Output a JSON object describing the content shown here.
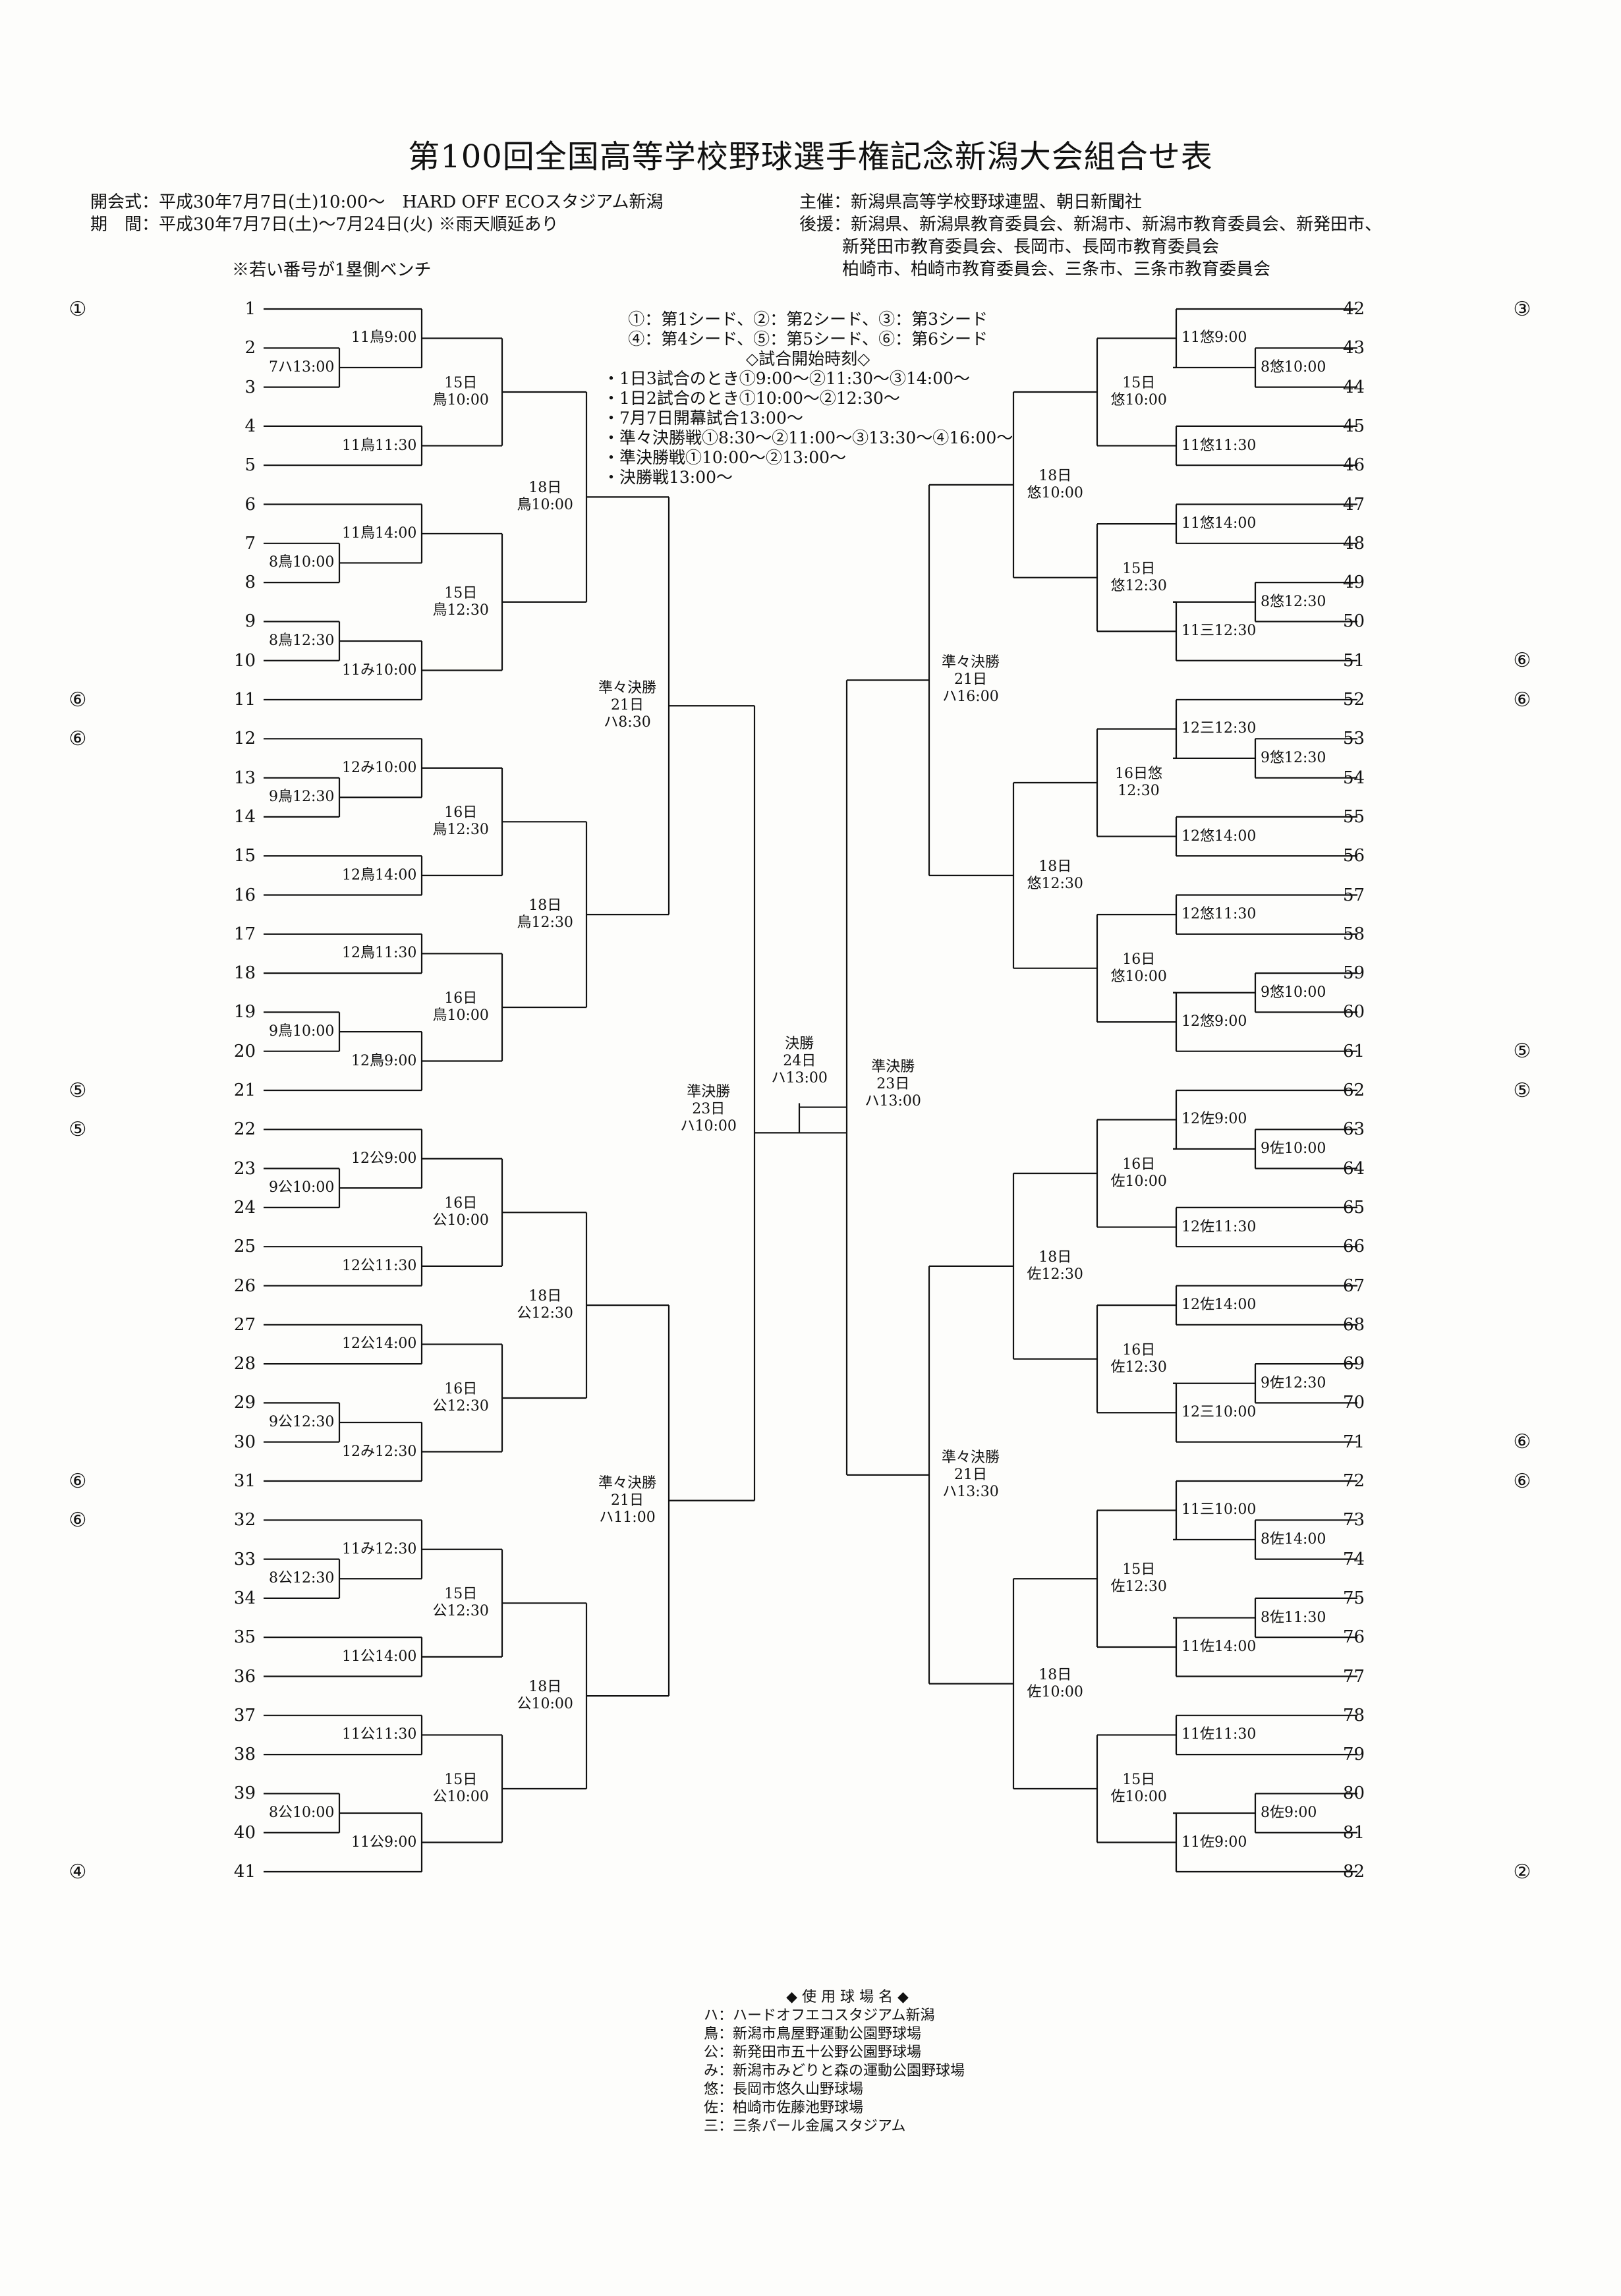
{
  "title": "第100回全国高等学校野球選手権記念新潟大会組合せ表",
  "header": {
    "opening": "開会式：平成30年7月7日(土)10:00～　HARD OFF ECOスタジアム新潟",
    "period": "期　間：平成30年7月7日(土)～7月24日(火) ※雨天順延あり",
    "sponsor": "主催：新潟県高等学校野球連盟、朝日新聞社",
    "support1": "後援：新潟県、新潟県教育委員会、新潟市、新潟市教育委員会、新発田市、",
    "support2": "新発田市教育委員会、長岡市、長岡市教育委員会",
    "support3": "柏崎市、柏崎市教育委員会、三条市、三条市教育委員会",
    "bench_note": "※若い番号が1塁側ベンチ"
  },
  "legend": {
    "line1": "①：第1シード、②：第2シード、③：第3シード",
    "line2": "④：第4シード、⑤：第5シード、⑥：第6シード",
    "start_title": "◇試合開始時刻◇",
    "start1": "・1日3試合のとき①9:00～②11:30～③14:00～",
    "start2": "・1日2試合のとき①10:00～②12:30～",
    "start3": "・7月7日開幕試合13:00～",
    "start4": "・準々決勝戦①8:30～②11:00～③13:30～④16:00～",
    "start5": "・準決勝戦①10:00～②13:00～",
    "start6": "・決勝戦13:00～"
  },
  "venues": {
    "title": "◆ 使 用 球 場 名 ◆",
    "items": [
      "ハ：ハードオフエコスタジアム新潟",
      "鳥：新潟市鳥屋野運動公園野球場",
      "公：新発田市五十公野公園野球場",
      "み：新潟市みどりと森の運動公園野球場",
      "悠：長岡市悠久山野球場",
      "佐：柏崎市佐藤池野球場",
      "三：三条パール金属スタジアム"
    ]
  },
  "seeds": {
    "left": [
      {
        "slot": 1,
        "mark": "①"
      },
      {
        "slot": 11,
        "mark": "⑥"
      },
      {
        "slot": 12,
        "mark": "⑥"
      },
      {
        "slot": 21,
        "mark": "⑤"
      },
      {
        "slot": 22,
        "mark": "⑤"
      },
      {
        "slot": 31,
        "mark": "⑥"
      },
      {
        "slot": 32,
        "mark": "⑥"
      },
      {
        "slot": 41,
        "mark": "④"
      }
    ],
    "right": [
      {
        "slot": 42,
        "mark": "③"
      },
      {
        "slot": 51,
        "mark": "⑥"
      },
      {
        "slot": 52,
        "mark": "⑥"
      },
      {
        "slot": 61,
        "mark": "⑤"
      },
      {
        "slot": 62,
        "mark": "⑤"
      },
      {
        "slot": 71,
        "mark": "⑥"
      },
      {
        "slot": 72,
        "mark": "⑥"
      },
      {
        "slot": 82,
        "mark": "②"
      }
    ]
  },
  "teams": {
    "left": [
      "1",
      "2",
      "3",
      "4",
      "5",
      "6",
      "7",
      "8",
      "9",
      "10",
      "11",
      "12",
      "13",
      "14",
      "15",
      "16",
      "17",
      "18",
      "19",
      "20",
      "21",
      "22",
      "23",
      "24",
      "25",
      "26",
      "27",
      "28",
      "29",
      "30",
      "31",
      "32",
      "33",
      "34",
      "35",
      "36",
      "37",
      "38",
      "39",
      "40",
      "41"
    ],
    "right": [
      "42",
      "43",
      "44",
      "45",
      "46",
      "47",
      "48",
      "49",
      "50",
      "51",
      "52",
      "53",
      "54",
      "55",
      "56",
      "57",
      "58",
      "59",
      "60",
      "61",
      "62",
      "63",
      "64",
      "65",
      "66",
      "67",
      "68",
      "69",
      "70",
      "71",
      "72",
      "73",
      "74",
      "75",
      "76",
      "77",
      "78",
      "79",
      "80",
      "81",
      "82"
    ]
  },
  "bracket": {
    "left": {
      "prelim": [
        {
          "a": 2,
          "b": 3,
          "label": "7ハ13:00"
        },
        {
          "a": 7,
          "b": 8,
          "label": "8鳥10:00"
        },
        {
          "a": 9,
          "b": 10,
          "label": "8鳥12:30"
        },
        {
          "a": 13,
          "b": 14,
          "label": "9鳥12:30"
        },
        {
          "a": 19,
          "b": 20,
          "label": "9鳥10:00"
        },
        {
          "a": 23,
          "b": 24,
          "label": "9公10:00"
        },
        {
          "a": 29,
          "b": 30,
          "label": "9公12:30"
        },
        {
          "a": 33,
          "b": 34,
          "label": "8公12:30"
        },
        {
          "a": 39,
          "b": 40,
          "label": "8公10:00"
        }
      ],
      "r1": [
        {
          "top": "1",
          "bot": "p0",
          "label": "11鳥9:00"
        },
        {
          "top": "4",
          "bot": "5",
          "label": "11鳥11:30"
        },
        {
          "top": "6",
          "bot": "p1",
          "label": "11鳥14:00"
        },
        {
          "top": "p2",
          "bot": "11",
          "label": "11み10:00"
        },
        {
          "top": "12",
          "bot": "p3",
          "label": "12み10:00"
        },
        {
          "top": "15",
          "bot": "16",
          "label": "12鳥14:00"
        },
        {
          "top": "17",
          "bot": "18",
          "label": "12鳥11:30"
        },
        {
          "top": "p4",
          "bot": "21",
          "label": "12鳥9:00"
        },
        {
          "top": "22",
          "bot": "p5",
          "label": "12公9:00"
        },
        {
          "top": "25",
          "bot": "26",
          "label": "12公11:30"
        },
        {
          "top": "27",
          "bot": "28",
          "label": "12公14:00"
        },
        {
          "top": "p6",
          "bot": "31",
          "label": "12み12:30"
        },
        {
          "top": "32",
          "bot": "p7",
          "label": "11み12:30"
        },
        {
          "top": "35",
          "bot": "36",
          "label": "11公14:00"
        },
        {
          "top": "37",
          "bot": "38",
          "label": "11公11:30"
        },
        {
          "top": "p8",
          "bot": "41",
          "label": "11公9:00"
        }
      ],
      "r2": [
        {
          "label": "15日\n鳥10:00"
        },
        {
          "label": "15日\n鳥12:30"
        },
        {
          "label": "16日\n鳥12:30"
        },
        {
          "label": "16日\n鳥10:00"
        },
        {
          "label": "16日\n公10:00"
        },
        {
          "label": "16日\n公12:30"
        },
        {
          "label": "15日\n公12:30"
        },
        {
          "label": "15日\n公10:00"
        }
      ],
      "r3": [
        {
          "label": "18日\n鳥10:00"
        },
        {
          "label": "18日\n鳥12:30"
        },
        {
          "label": "18日\n公12:30"
        },
        {
          "label": "18日\n公10:00"
        }
      ],
      "qf": [
        {
          "label": "準々決勝\n21日\nハ8:30"
        },
        {
          "label": "準々決勝\n21日\nハ11:00"
        }
      ],
      "sf": {
        "label": "準決勝\n23日\nハ10:00"
      }
    },
    "right": {
      "prelim": [
        {
          "a": 43,
          "b": 44,
          "label": "8悠10:00"
        },
        {
          "a": 49,
          "b": 50,
          "label": "8悠12:30"
        },
        {
          "a": 53,
          "b": 54,
          "label": "9悠12:30"
        },
        {
          "a": 59,
          "b": 60,
          "label": "9悠10:00"
        },
        {
          "a": 63,
          "b": 64,
          "label": "9佐10:00"
        },
        {
          "a": 69,
          "b": 70,
          "label": "9佐12:30"
        },
        {
          "a": 73,
          "b": 74,
          "label": "8佐14:00"
        },
        {
          "a": 75,
          "b": 76,
          "label": "8佐11:30"
        },
        {
          "a": 80,
          "b": 81,
          "label": "8佐9:00"
        }
      ],
      "r1": [
        {
          "top": "42",
          "bot": "p0",
          "label": "11悠9:00"
        },
        {
          "top": "45",
          "bot": "46",
          "label": "11悠11:30"
        },
        {
          "top": "47",
          "bot": "48",
          "label": "11悠14:00"
        },
        {
          "top": "p1",
          "bot": "51",
          "label": "11三12:30"
        },
        {
          "top": "52",
          "bot": "p2",
          "label": "12三12:30"
        },
        {
          "top": "55",
          "bot": "56",
          "label": "12悠14:00"
        },
        {
          "top": "57",
          "bot": "58",
          "label": "12悠11:30"
        },
        {
          "top": "p3",
          "bot": "61",
          "label": "12悠9:00"
        },
        {
          "top": "62",
          "bot": "p4",
          "label": "12佐9:00"
        },
        {
          "top": "65",
          "bot": "66",
          "label": "12佐11:30"
        },
        {
          "top": "67",
          "bot": "68",
          "label": "12佐14:00"
        },
        {
          "top": "p5",
          "bot": "71",
          "label": "12三10:00"
        },
        {
          "top": "72",
          "bot": "p6",
          "label": "11三10:00"
        },
        {
          "top": "p7",
          "bot": "77",
          "label": "11佐14:00"
        },
        {
          "top": "78",
          "bot": "79",
          "label": "11佐11:30"
        },
        {
          "top": "p8",
          "bot": "82",
          "label": "11佐9:00"
        }
      ],
      "r2": [
        {
          "label": "15日\n悠10:00"
        },
        {
          "label": "15日\n悠12:30"
        },
        {
          "label": "16日悠\n12:30"
        },
        {
          "label": "16日\n悠10:00"
        },
        {
          "label": "16日\n佐10:00"
        },
        {
          "label": "16日\n佐12:30"
        },
        {
          "label": "15日\n佐12:30"
        },
        {
          "label": "15日\n佐10:00"
        }
      ],
      "r3": [
        {
          "label": "18日\n悠10:00"
        },
        {
          "label": "18日\n悠12:30"
        },
        {
          "label": "18日\n佐12:30"
        },
        {
          "label": "18日\n佐10:00"
        }
      ],
      "qf": [
        {
          "label": "準々決勝\n21日\nハ16:00"
        },
        {
          "label": "準々決勝\n21日\nハ13:30"
        }
      ],
      "sf": {
        "label": "準決勝\n23日\nハ13:00"
      }
    },
    "final": {
      "label": "決勝\n24日\nハ13:00"
    }
  }
}
